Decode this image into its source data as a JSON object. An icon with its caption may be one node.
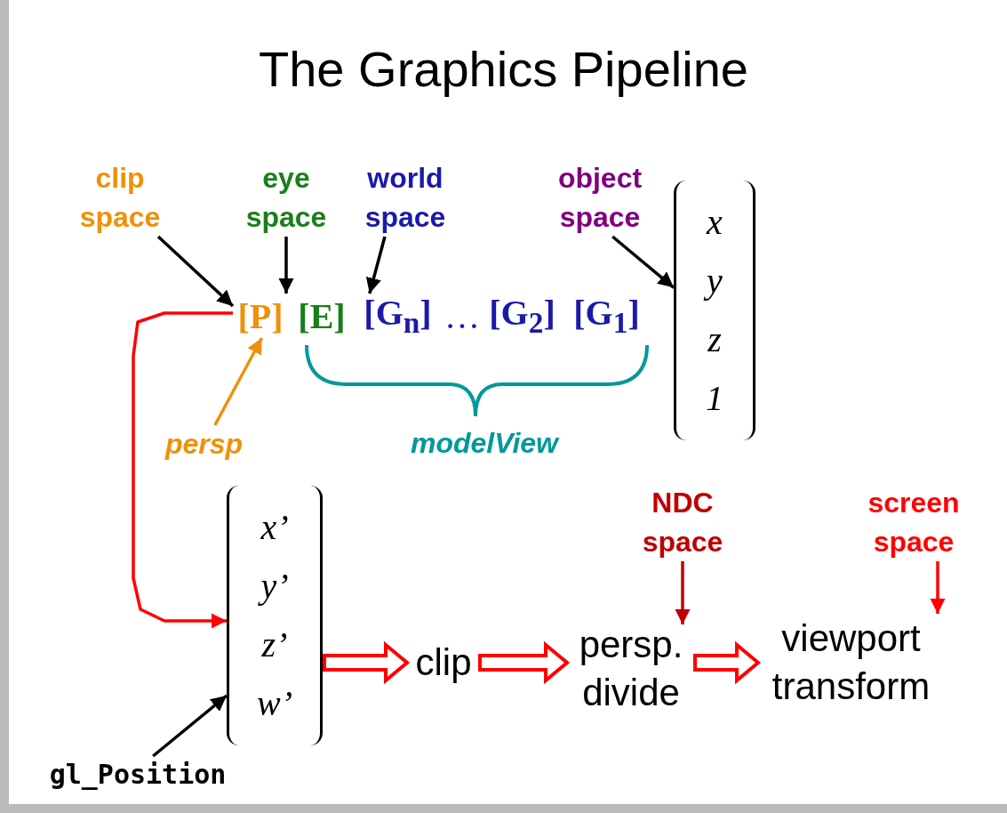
{
  "diagram": {
    "title": "The Graphics Pipeline",
    "nodes": [
      {
        "text": [
          "clip space"
        ]
      },
      {
        "text": [
          "eye space"
        ]
      },
      {
        "text": [
          "world space"
        ]
      },
      {
        "text": [
          "object space"
        ]
      },
      {
        "text": [
          "[P]"
        ]
      },
      {
        "text": [
          "[E]"
        ]
      },
      {
        "text": [
          "[G$_{n}$]"
        ]
      },
      {
        "text": [
          "[G$_{2}$]"
        ]
      },
      {
        "text": [
          "[G$_{1}$]"
        ]
      },
      {
        "text": [
          "x",
          "y",
          "z",
          "1"
        ]
      },
      {
        "text": [
          "persp"
        ]
      },
      {
        "text": [
          "x’",
          "y’",
          "z’",
          "w’"
        ]
      },
      {
        "text": [
          "NDC space"
        ]
      },
      {
        "text": [
          "screen space"
        ]
      },
      {
        "text": [
          "clip"
        ]
      },
      {
        "text": [
          "persp. divide"
        ]
      },
      {
        "text": [
          "viewport transform"
        ]
      },
      {
        "text": [
          "gl_Position"
        ]
      }
    ],
    "edges": [
      {
        "from": 0,
        "to": 4,
        "arrow": "to"
      },
      {
        "from": 1,
        "to": 5,
        "arrow": "to"
      },
      {
        "from": 2,
        "to": 6,
        "arrow": "to"
      },
      {
        "from": 3,
        "to": 9,
        "arrow": "to"
      },
      {
        "from": 10,
        "to": 4,
        "arrow": "to",
        "color": "#f0900a"
      },
      {
        "from": 4,
        "to": 11,
        "arrow": "to",
        "color": "#ff0000"
      },
      {
        "from": 17,
        "to": 11,
        "arrow": "to"
      },
      {
        "from": 11,
        "to": 14,
        "arrow": "to",
        "style": "thick",
        "color": "#ff0000"
      },
      {
        "from": 14,
        "to": 15,
        "arrow": "to",
        "style": "thick",
        "color": "#ff0000"
      },
      {
        "from": 15,
        "to": 16,
        "arrow": "to",
        "style": "thick",
        "color": "#ff0000"
      },
      {
        "from": 12,
        "to": 15,
        "arrow": "to",
        "color": "#c00000"
      },
      {
        "from": 13,
        "to": 16,
        "arrow": "to",
        "color": "#ff0000"
      }
    ],
    "labels": [
      "…",
      "modelView"
    ]
  }
}
